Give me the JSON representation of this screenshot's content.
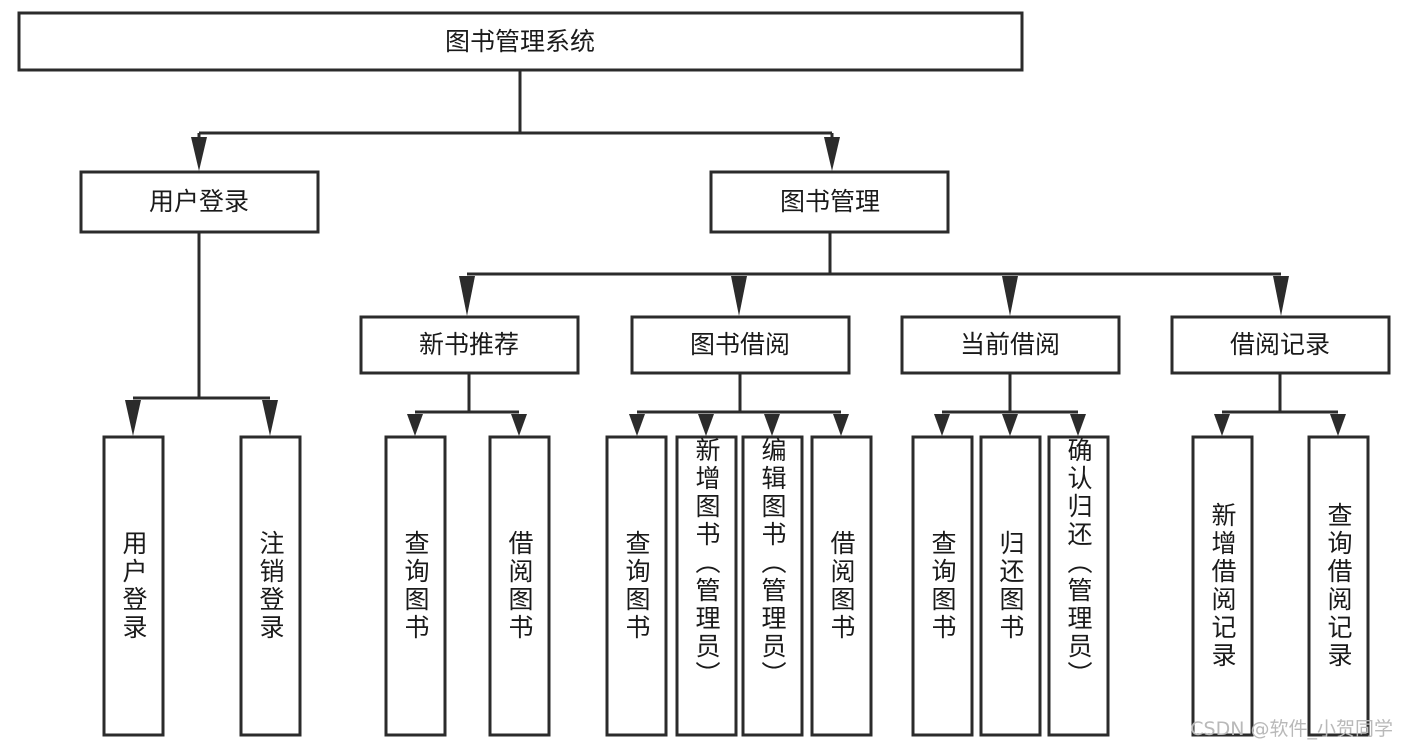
{
  "diagram": {
    "title": "图书管理系统",
    "type": "tree",
    "root": {
      "label": "图书管理系统"
    },
    "level2": [
      {
        "label": "用户登录"
      },
      {
        "label": "图书管理"
      }
    ],
    "level3": [
      {
        "label": "新书推荐"
      },
      {
        "label": "图书借阅"
      },
      {
        "label": "当前借阅"
      },
      {
        "label": "借阅记录"
      }
    ],
    "leaves": {
      "user_login": [
        {
          "label": "用户登录"
        },
        {
          "label": "注销登录"
        }
      ],
      "new_book": [
        {
          "label": "查询图书"
        },
        {
          "label": "借阅图书"
        }
      ],
      "book_borrow": [
        {
          "label": "查询图书"
        },
        {
          "label": "新增图书（管理员）"
        },
        {
          "label": "编辑图书（管理员）"
        },
        {
          "label": "借阅图书"
        }
      ],
      "current_borrow": [
        {
          "label": "查询图书"
        },
        {
          "label": "归还图书"
        },
        {
          "label": "确认归还（管理员）"
        }
      ],
      "borrow_record": [
        {
          "label": "新增借阅记录"
        },
        {
          "label": "查询借阅记录"
        }
      ]
    },
    "watermark": "CSDN @软件_小贺同学",
    "colors": {
      "stroke": "#2b2b2b",
      "fill": "#ffffff",
      "text": "#1a1a1a",
      "watermark": "#b9b9b9"
    }
  }
}
